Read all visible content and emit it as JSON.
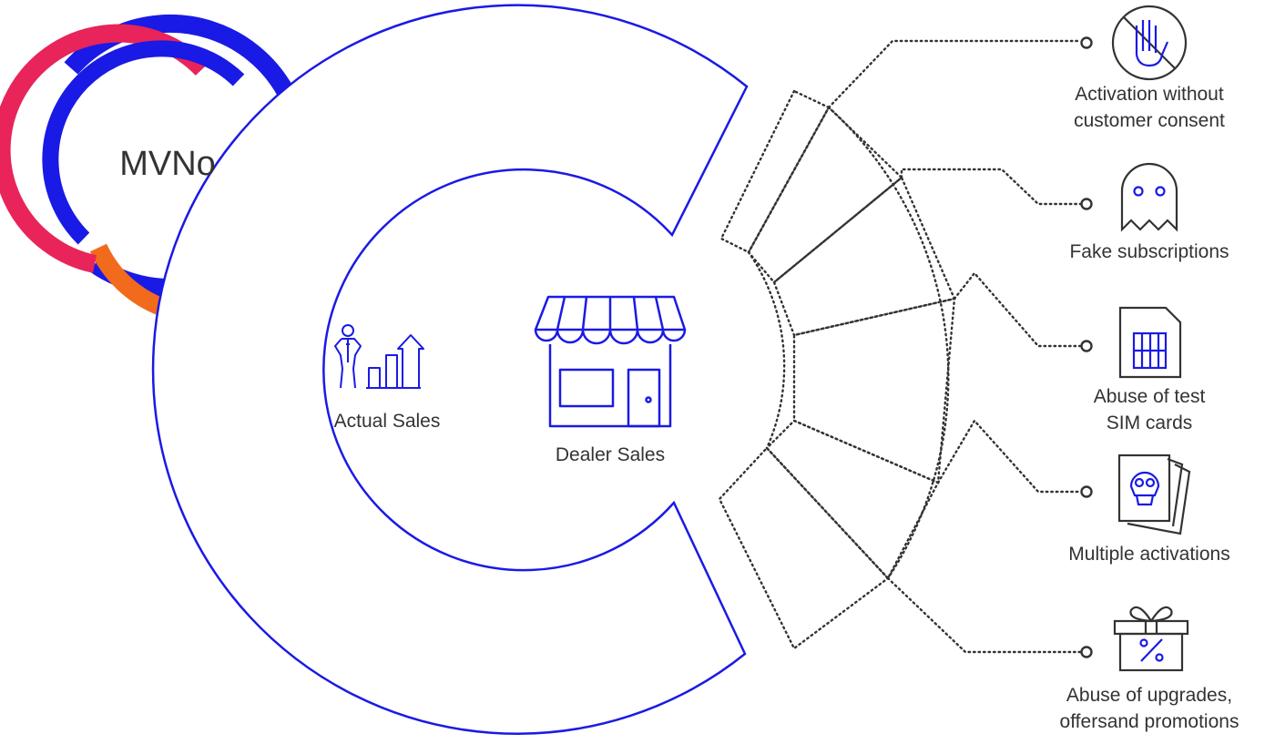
{
  "logo": {
    "text": "MVNo"
  },
  "colors": {
    "primary": "#1a1ae6",
    "accent_red": "#e8245a",
    "accent_orange": "#f26a1b",
    "text": "#333333",
    "dots": "#333333"
  },
  "left": {
    "outer_label": "Actual Sales",
    "inner_label": "Dealer Sales"
  },
  "items": [
    {
      "icon": "no-hand-icon",
      "line1": "Activation without",
      "line2": "customer consent"
    },
    {
      "icon": "ghost-icon",
      "line1": "Fake subscriptions",
      "line2": ""
    },
    {
      "icon": "sim-card-icon",
      "line1": "Abuse of test",
      "line2": "SIM cards"
    },
    {
      "icon": "cards-skull-icon",
      "line1": "Multiple activations",
      "line2": ""
    },
    {
      "icon": "gift-percent-icon",
      "line1": "Abuse of upgrades,",
      "line2": "offersand promotions"
    }
  ]
}
